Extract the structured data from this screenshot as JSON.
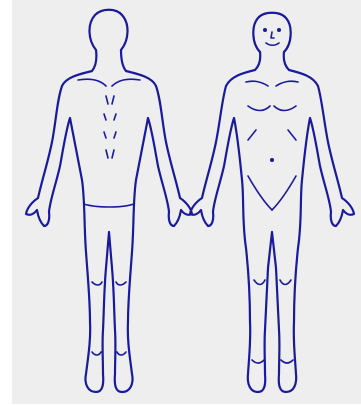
{
  "diagram": {
    "colors": {
      "background": "#eeeeee",
      "page": "#ffffff",
      "outline": "#1a1a9c"
    },
    "figures": [
      {
        "id": "back-view",
        "kind": "human-body-outline",
        "facing": "back"
      },
      {
        "id": "front-view",
        "kind": "human-body-outline",
        "facing": "front"
      }
    ]
  }
}
